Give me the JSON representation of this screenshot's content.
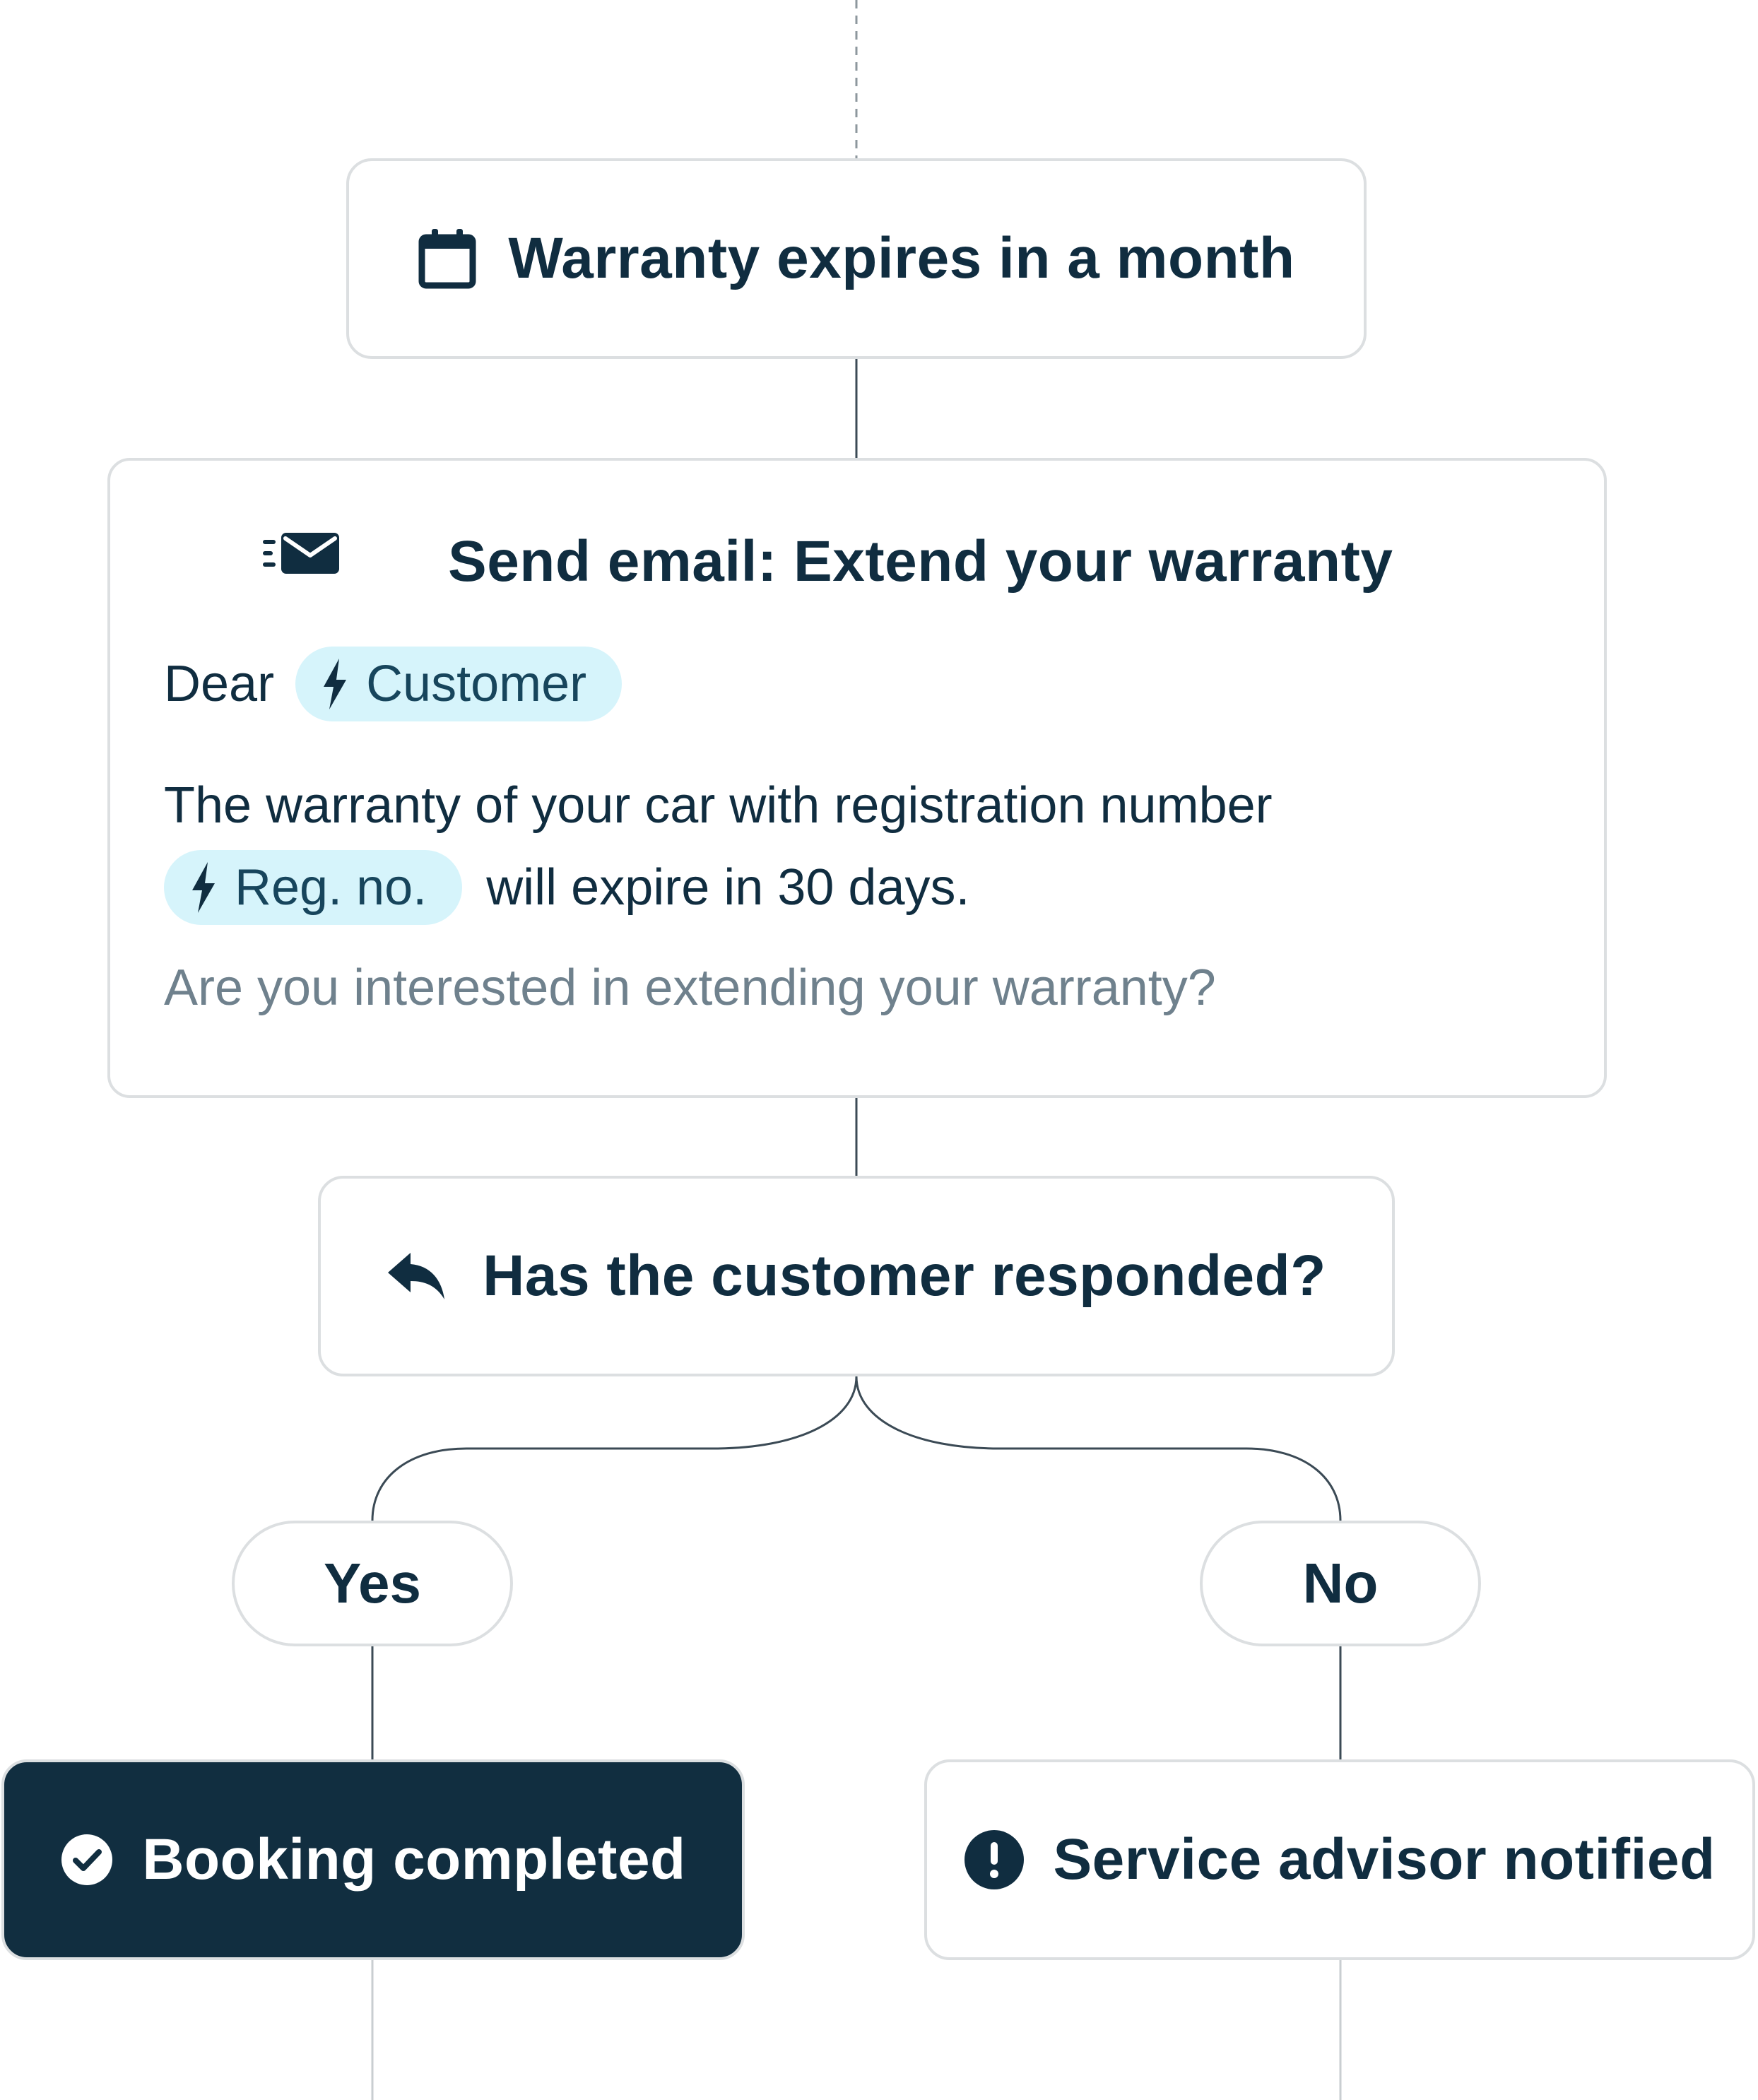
{
  "trigger": {
    "icon": "calendar-icon",
    "title": "Warranty expires in a month"
  },
  "email": {
    "icon": "send-email-icon",
    "title": "Send email: Extend your warranty",
    "greeting": "Dear",
    "customer_chip": "Customer",
    "body_line1": "The warranty of your car with registration number",
    "reg_chip": "Reg. no.",
    "body_line2": "will expire in 30 days.",
    "question": "Are you interested in extending your warranty?"
  },
  "question_node": {
    "icon": "reply-icon",
    "title": "Has the customer responded?"
  },
  "branches": {
    "yes_label": "Yes",
    "no_label": "No"
  },
  "outcomes": {
    "booking": {
      "icon": "check-circle-icon",
      "title": "Booking completed"
    },
    "advisor": {
      "icon": "alert-circle-icon",
      "title": "Service advisor notified"
    }
  },
  "colors": {
    "ink": "#102d40",
    "dark_fill": "#112e40",
    "border": "#dcdfe1",
    "chip_bg": "#d6f4fb",
    "muted_text": "#6f818d",
    "connector": "#3b4a55"
  }
}
